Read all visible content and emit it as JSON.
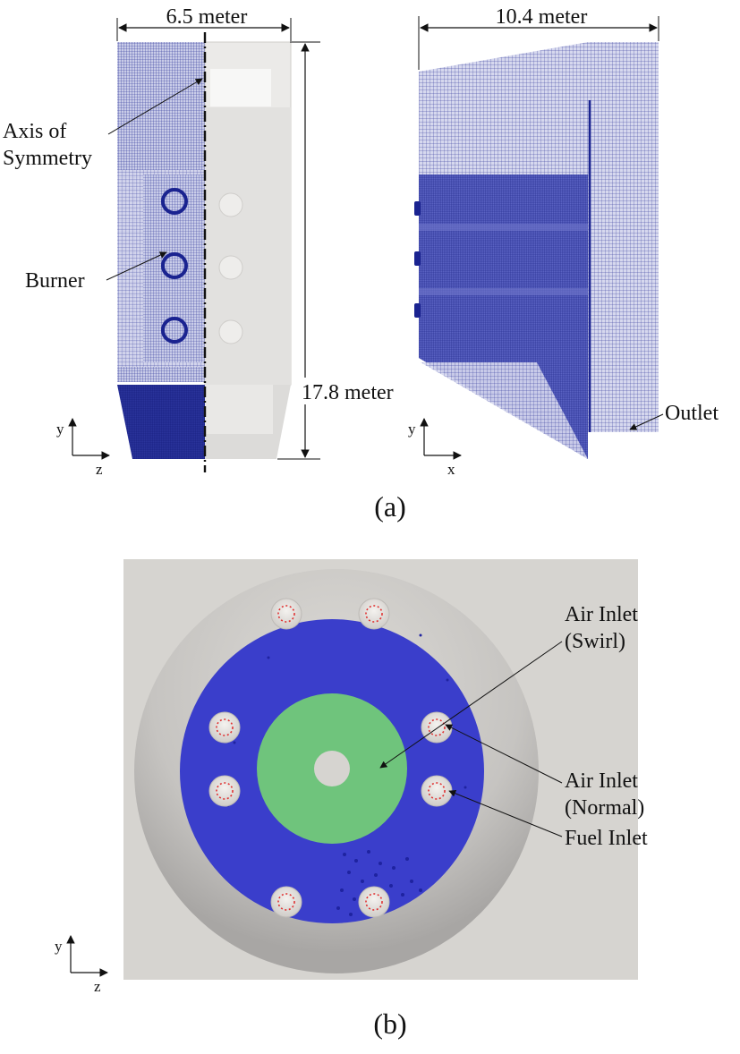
{
  "panel_a": {
    "caption": "(a)",
    "width_left": "6.5 meter",
    "width_right": "10.4 meter",
    "height": "17.8 meter",
    "axis_of_symmetry_line1": "Axis of",
    "axis_of_symmetry_line2": "Symmetry",
    "burner": "Burner",
    "outlet": "Outlet",
    "axis_left_vertical": "y",
    "axis_left_horizontal": "z",
    "axis_right_vertical": "y",
    "axis_right_horizontal": "x"
  },
  "panel_b": {
    "caption": "(b)",
    "air_inlet_swirl_line1": "Air Inlet",
    "air_inlet_swirl_line2": "(Swirl)",
    "air_inlet_normal_line1": "Air Inlet",
    "air_inlet_normal_line2": "(Normal)",
    "fuel_inlet": "Fuel Inlet",
    "axis_vertical": "y",
    "axis_horizontal": "z"
  },
  "colors": {
    "mesh_blue": "#1f2a9a",
    "inlet_blue": "#3a3ecb",
    "swirl_green": "#6fc47c",
    "wall_gray": "#d4d2cf",
    "nozzle_red": "#e03030"
  }
}
